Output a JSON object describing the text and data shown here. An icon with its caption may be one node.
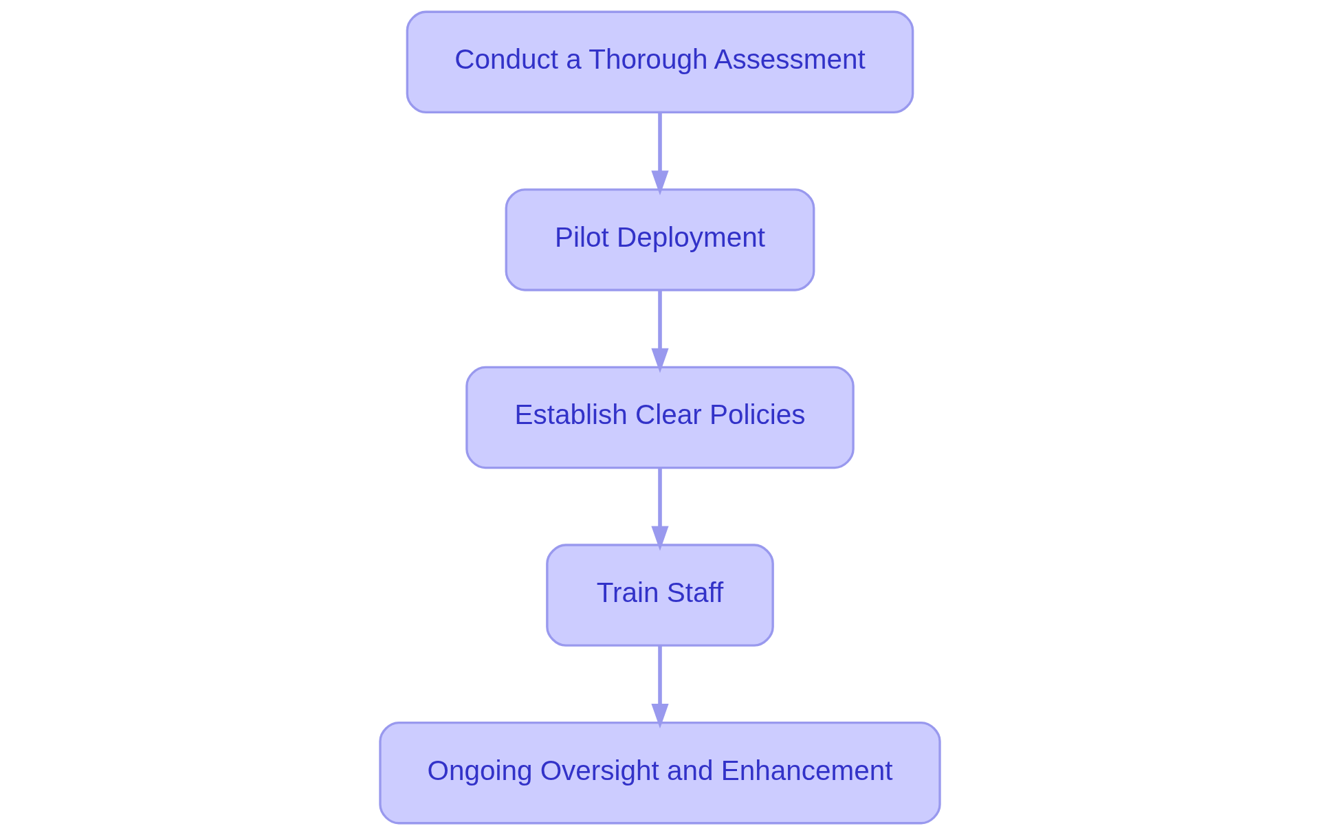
{
  "diagram": {
    "nodes": [
      {
        "text": [
          "Conduct a Thorough Assessment"
        ]
      },
      {
        "text": [
          "Pilot Deployment"
        ]
      },
      {
        "text": [
          "Establish Clear Policies"
        ]
      },
      {
        "text": [
          "Train Staff"
        ]
      },
      {
        "text": [
          "Ongoing Oversight and Enhancement"
        ]
      }
    ],
    "edges": [
      {
        "from": 0,
        "to": 1,
        "arrow": "to"
      },
      {
        "from": 1,
        "to": 2,
        "arrow": "to"
      },
      {
        "from": 2,
        "to": 3,
        "arrow": "to"
      },
      {
        "from": 3,
        "to": 4,
        "arrow": "to"
      }
    ]
  }
}
